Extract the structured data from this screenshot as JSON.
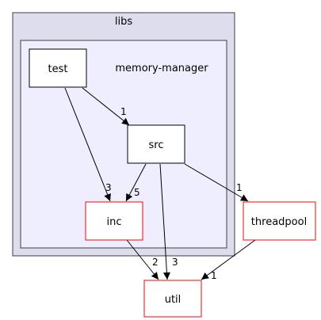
{
  "clusters": {
    "outer_label": "libs",
    "inner_label": "memory-manager"
  },
  "nodes": {
    "test": "test",
    "src": "src",
    "inc": "inc",
    "threadpool": "threadpool",
    "util": "util"
  },
  "edges": {
    "test_src": "1",
    "test_inc": "3",
    "src_inc": "5",
    "src_threadpool": "1",
    "src_util": "3",
    "inc_util": "2",
    "threadpool_util": "1"
  },
  "colors": {
    "outer_fill": "#ddddee",
    "inner_fill": "#eeeeff",
    "cluster_stroke": "#404040",
    "node_border_internal": "#000000",
    "node_border_external": "#ff0000",
    "edge": "#000000"
  }
}
